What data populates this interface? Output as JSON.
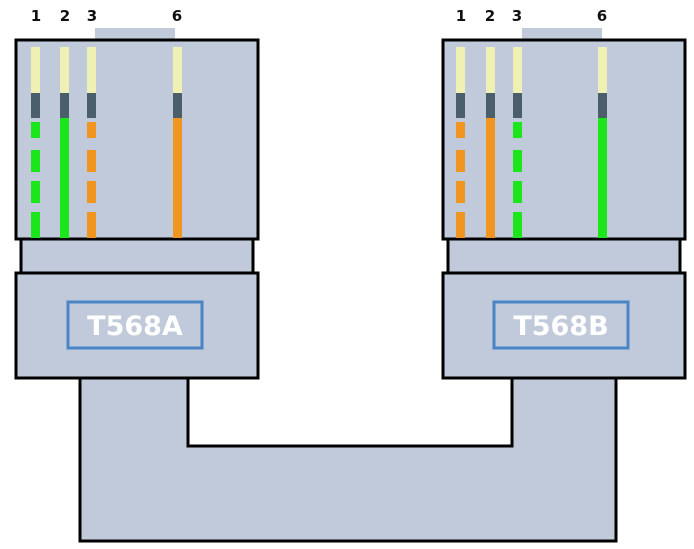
{
  "connectors": [
    {
      "label": "T568A",
      "pin_numbers": [
        "1",
        "2",
        "3",
        "6"
      ],
      "wires": [
        {
          "pin": "1",
          "color": "green",
          "striped": true
        },
        {
          "pin": "2",
          "color": "green",
          "striped": false
        },
        {
          "pin": "3",
          "color": "orange",
          "striped": true
        },
        {
          "pin": "6",
          "color": "orange",
          "striped": false
        }
      ]
    },
    {
      "label": "T568B",
      "pin_numbers": [
        "1",
        "2",
        "3",
        "6"
      ],
      "wires": [
        {
          "pin": "1",
          "color": "orange",
          "striped": true
        },
        {
          "pin": "2",
          "color": "orange",
          "striped": false
        },
        {
          "pin": "3",
          "color": "green",
          "striped": true
        },
        {
          "pin": "6",
          "color": "green",
          "striped": false
        }
      ]
    }
  ],
  "colors": {
    "body_fill": "#c1cadb",
    "outline": "#000000",
    "label_border": "#4a86c5",
    "label_text": "#ffffff",
    "contact_tip": "#eef0b4",
    "contact_band": "#4a5f69",
    "green": "#1be51b",
    "orange": "#f0951f"
  }
}
